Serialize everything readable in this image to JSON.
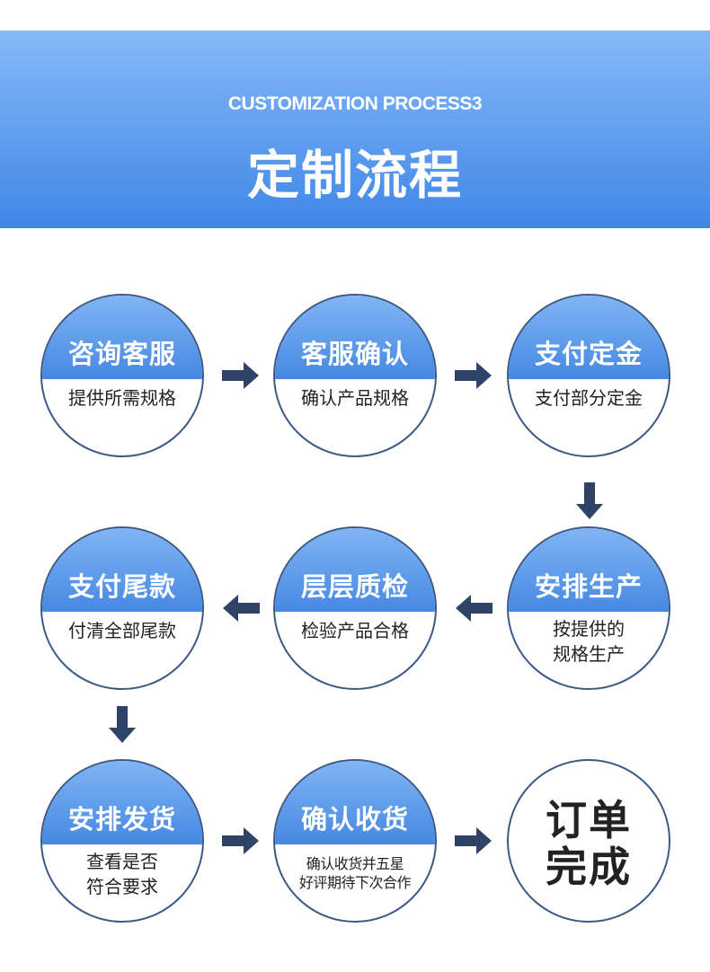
{
  "header": {
    "subtitle": "CUSTOMIZATION PROCESS3",
    "title": "定制流程"
  },
  "steps": [
    {
      "title": "咨询客服",
      "desc": "提供所需规格"
    },
    {
      "title": "客服确认",
      "desc": "确认产品规格"
    },
    {
      "title": "支付定金",
      "desc": "支付部分定金"
    },
    {
      "title": "安排生产",
      "desc_line1": "按提供的",
      "desc_line2": "规格生产"
    },
    {
      "title": "层层质检",
      "desc": "检验产品合格"
    },
    {
      "title": "支付尾款",
      "desc": "付清全部尾款"
    },
    {
      "title": "安排发货",
      "desc_line1": "查看是否",
      "desc_line2": "符合要求"
    },
    {
      "title": "确认收货",
      "desc_line1": "确认收货并五星",
      "desc_line2": "好评期待下次合作"
    },
    {
      "title_line1": "订单",
      "title_line2": "完成"
    }
  ],
  "colors": {
    "banner_top": "#86b9f8",
    "banner_bottom": "#3f87e6",
    "arrow": "#2f4366",
    "border": "#3d5a86"
  }
}
